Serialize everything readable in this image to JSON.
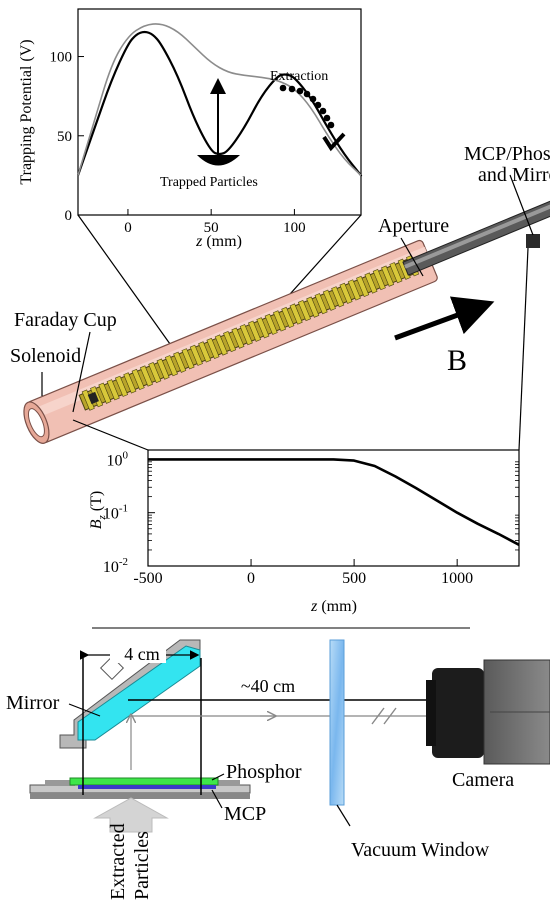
{
  "top_plot": {
    "ylabel": "Trapping Potential (V)",
    "xlabel_var": "z",
    "xlabel_unit": " (mm)",
    "yticks": [
      0,
      50,
      100
    ],
    "xticks": [
      0,
      50,
      100
    ],
    "ann_extraction": "Extraction",
    "ann_trapped": "Trapped Particles"
  },
  "labels": {
    "mcp_phosphor_mirror_1": "MCP/Phosphor",
    "mcp_phosphor_mirror_2": "and Mirror",
    "aperture": "Aperture",
    "faraday_cup": "Faraday Cup",
    "solenoid": "Solenoid",
    "field": "B"
  },
  "bottom_plot": {
    "ylabel_var": "B",
    "ylabel_sub": "z",
    "ylabel_unit": " (T)",
    "xlabel_var": "z",
    "xlabel_unit": " (mm)",
    "yticks": [
      {
        "base": "10",
        "exp": "0"
      },
      {
        "base": "10",
        "exp": "-1"
      },
      {
        "base": "10",
        "exp": "-2"
      }
    ],
    "xticks": [
      -500,
      0,
      500,
      1000
    ]
  },
  "detector": {
    "width_label": "4 cm",
    "distance_label": "~40 cm",
    "mirror": "Mirror",
    "phosphor": "Phosphor",
    "mcp": "MCP",
    "camera": "Camera",
    "vacuum_window": "Vacuum Window",
    "extracted_1": "Extracted",
    "extracted_2": "Particles"
  },
  "colors": {
    "solenoid": "#f1c0b4",
    "electrodes": "#d8c83a",
    "mirror": "#33e4f0",
    "phosphor": "#3ee64a",
    "window": "#8fc8f2",
    "camera": "#1c1c1c",
    "gray_curve": "#8c8c8c"
  },
  "chart_data": [
    {
      "type": "line",
      "title": "",
      "xlabel": "z (mm)",
      "ylabel": "Trapping Potential (V)",
      "xlim": [
        -30,
        140
      ],
      "ylim": [
        0,
        130
      ],
      "series": [
        {
          "x": [
            -30,
            -20,
            -10,
            0,
            5,
            10,
            15,
            20,
            30,
            40,
            50,
            55,
            60,
            70,
            80,
            90,
            95,
            100,
            110,
            120,
            130,
            140
          ],
          "y": [
            25,
            55,
            85,
            108,
            114,
            116,
            114,
            108,
            88,
            60,
            40,
            38,
            40,
            55,
            75,
            88,
            89,
            87,
            74,
            55,
            38,
            25
          ]
        },
        {
          "x": [
            -30,
            -20,
            -10,
            0,
            10,
            20,
            30,
            40,
            50,
            60,
            70,
            80,
            90,
            100,
            110,
            120,
            130,
            140
          ],
          "y": [
            25,
            60,
            95,
            113,
            120,
            121,
            116,
            106,
            96,
            90,
            88,
            87,
            85,
            80,
            68,
            50,
            35,
            25
          ]
        }
      ],
      "annotations": [
        "Extraction",
        "Trapped Particles"
      ]
    },
    {
      "type": "line",
      "title": "",
      "xlabel": "z (mm)",
      "ylabel": "Bz (T)",
      "xlim": [
        -500,
        1300
      ],
      "ylim": [
        0.01,
        1.5
      ],
      "yscale": "log",
      "series": [
        {
          "x": [
            -500,
            -400,
            0,
            400,
            500,
            600,
            700,
            800,
            900,
            1000,
            1100,
            1200,
            1300
          ],
          "y": [
            1.0,
            1.0,
            1.0,
            1.0,
            0.95,
            0.75,
            0.48,
            0.29,
            0.17,
            0.1,
            0.062,
            0.04,
            0.025
          ]
        }
      ]
    }
  ]
}
